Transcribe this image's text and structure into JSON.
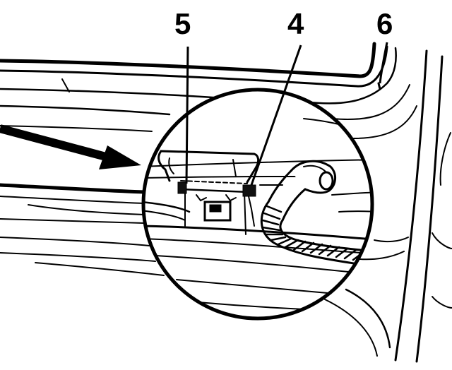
{
  "diagram": {
    "callouts": [
      {
        "id": "5",
        "label": "5"
      },
      {
        "id": "4",
        "label": "4"
      },
      {
        "id": "6",
        "label": "6"
      }
    ],
    "colors": {
      "ink": "#000000",
      "paper": "#ffffff",
      "fill": "#111111"
    }
  }
}
